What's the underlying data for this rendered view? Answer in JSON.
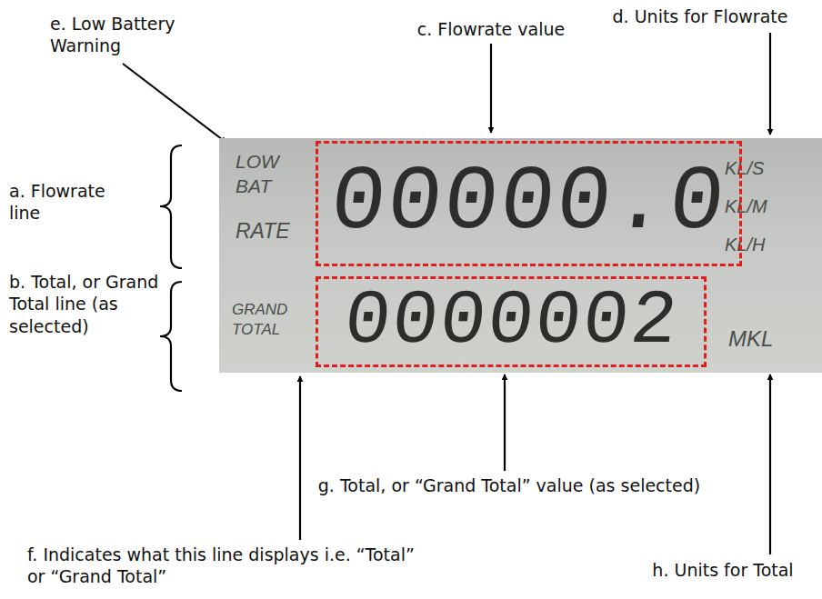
{
  "diagram": {
    "nodes": [
      {
        "text": [
          "LOW BAT",
          "RATE",
          "KL/S",
          "KL/M",
          "KL/H",
          "GRAND TOTAL",
          "MKL"
        ]
      },
      {
        "text": [
          "00000.0"
        ],
        "in": 0
      },
      {
        "text": [
          "0000002"
        ],
        "in": 0
      }
    ],
    "labels": [
      "e. Low Battery Warning",
      "c. Flowrate value",
      "d. Units for Flowrate",
      "a. Flowrate line",
      "b. Total, or Grand Total line (as selected)",
      "g. Total, or “Grand Total” value (as selected)",
      "f. Indicates what this line displays i.e. “Total” or “Grand Total”",
      "h. Units for Total"
    ]
  }
}
